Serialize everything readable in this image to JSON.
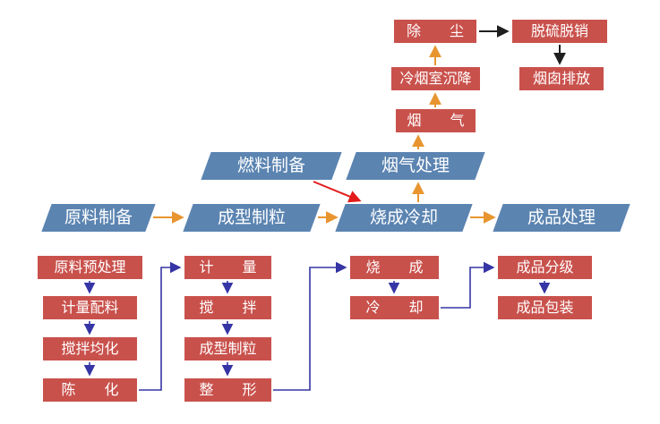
{
  "diagram": {
    "stages": {
      "raw_material_prep": "原料制备",
      "forming_granulation": "成型制粒",
      "firing_cooling": "烧成冷却",
      "finished_product_handling": "成品处理",
      "fuel_prep": "燃料制备",
      "flue_gas_treatment": "烟气处理"
    },
    "flue_gas_chain": {
      "flue_gas": "烟　　气",
      "cold_chamber_settling": "冷烟室沉降",
      "dust_removal": "除　　尘",
      "desulfurization_denitration": "脱硫脱销",
      "chimney_emission": "烟囱排放"
    },
    "raw_prep_steps": [
      "原料预处理",
      "计量配料",
      "搅拌均化",
      "陈　　化"
    ],
    "forming_steps": [
      "计　　量",
      "搅　　拌",
      "成型制粒",
      "整　　形"
    ],
    "firing_steps": [
      "烧　　成",
      "冷　　却"
    ],
    "product_steps": [
      "成品分级",
      "成品包装"
    ]
  },
  "colors": {
    "stage_fill": "#5B84B1",
    "step_fill": "#C9514C",
    "text": "#FFFFFF",
    "arrow_main": "#E8952F",
    "arrow_sub": "#3535A5",
    "arrow_fuel": "#E31B1B",
    "arrow_exhaust": "#1F1F1F"
  }
}
